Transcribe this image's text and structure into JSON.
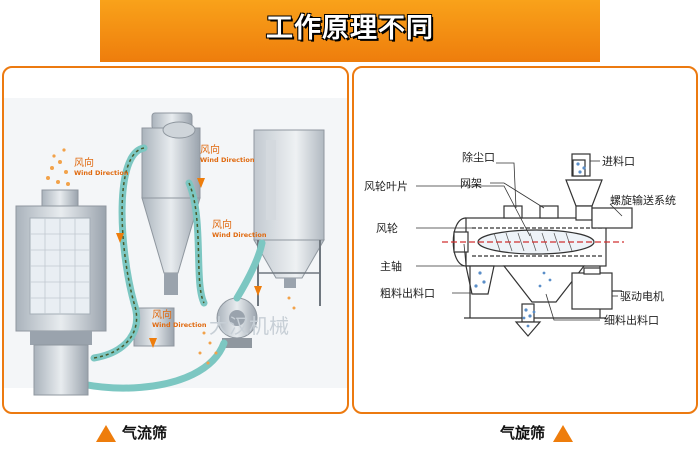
{
  "header": {
    "title": "工作原理不同"
  },
  "left_panel": {
    "caption": "气流筛",
    "wind_labels": [
      {
        "cn": "风向",
        "en": "Wind Direction"
      },
      {
        "cn": "风向",
        "en": "Wind Direction"
      },
      {
        "cn": "风向",
        "en": "Wind Direction"
      },
      {
        "cn": "风向",
        "en": "Wind Direction"
      }
    ],
    "watermark": "大汉机械"
  },
  "right_panel": {
    "caption": "气旋筛",
    "labels": {
      "dust_outlet": "除尘口",
      "feed_inlet": "进料口",
      "fan_blade": "风轮叶片",
      "mesh_frame": "网架",
      "screw_conveyor": "螺旋输送系统",
      "fan_wheel": "风轮",
      "main_shaft": "主轴",
      "coarse_outlet": "粗料出料口",
      "drive_motor": "驱动电机",
      "fine_outlet": "细料出料口"
    }
  },
  "colors": {
    "accent": "#ee7d0c",
    "banner_top": "#f9a21a",
    "hose": "#7cc7c2"
  }
}
